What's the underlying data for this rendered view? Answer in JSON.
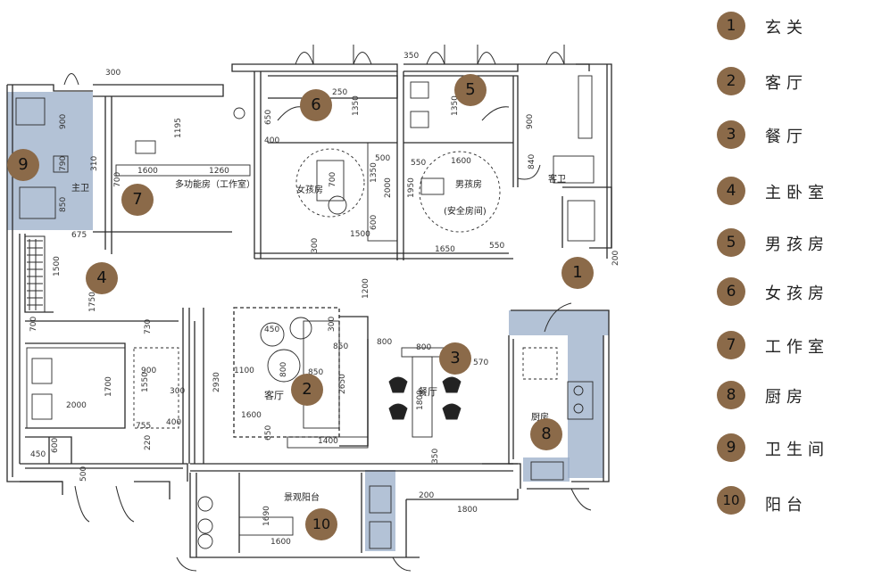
{
  "legend": [
    {
      "num": "1",
      "label": "玄关"
    },
    {
      "num": "2",
      "label": "客厅"
    },
    {
      "num": "3",
      "label": "餐厅"
    },
    {
      "num": "4",
      "label": "主卧室"
    },
    {
      "num": "5",
      "label": "男孩房"
    },
    {
      "num": "6",
      "label": "女孩房"
    },
    {
      "num": "7",
      "label": "工作室"
    },
    {
      "num": "8",
      "label": "厨房"
    },
    {
      "num": "9",
      "label": "卫生间"
    },
    {
      "num": "10",
      "label": "阳台"
    }
  ],
  "room_labels": {
    "study": "多功能房（工作室）",
    "girl_room": "女孩房",
    "boy_room": "男孩房",
    "boy_room_sub": "(安全房间)",
    "master_bath": "主卫",
    "guest_bath": "客卫",
    "living": "客厅",
    "dining": "餐厅",
    "kitchen": "厨房",
    "balcony": "景观阳台"
  },
  "dimensions": {
    "d300a": "300",
    "d350": "350",
    "d900": "900",
    "d790": "790",
    "d310": "310",
    "d850": "850",
    "d675": "675",
    "d1600a": "1600",
    "d1260": "1260",
    "d1195": "1195",
    "d700a": "700",
    "d250": "250",
    "d1350a": "1350",
    "d650": "650",
    "d400a": "400",
    "d500": "500",
    "d700b": "700",
    "d1350b": "1350",
    "d2000a": "2000",
    "d1500a": "1500",
    "d600a": "600",
    "d300b": "300",
    "d1600b": "1600",
    "d550a": "550",
    "d1950": "1950",
    "d1650": "1650",
    "d550b": "550",
    "d1350c": "1350",
    "d900b": "900",
    "d840": "840",
    "d200a": "200",
    "d1500b": "1500",
    "d1750": "1750",
    "d1200": "1200",
    "d700c": "700",
    "d730": "730",
    "d450a": "450",
    "d850b": "850",
    "d800a": "800",
    "d800b": "800",
    "d800c": "800",
    "d850c": "850",
    "d2650": "2650",
    "d1100": "1100",
    "d1550": "1550",
    "d2930": "2930",
    "d300c": "300",
    "d900c": "900",
    "d1700": "1700",
    "d2000b": "2000",
    "d755": "755",
    "d400b": "400",
    "d1600c": "1600",
    "d650b": "650",
    "d1400": "1400",
    "d1800a": "1800",
    "d570": "570",
    "d600b": "600",
    "d450b": "450",
    "d500b": "500",
    "d350b": "350",
    "d200b": "200",
    "d1800b": "1800",
    "d1690": "1690",
    "d1600d": "1600",
    "d300d": "300",
    "d220": "220"
  },
  "colors": {
    "marker": "#8b6a49",
    "wet_area": "#9aaec8",
    "line": "#2a2a2a"
  }
}
